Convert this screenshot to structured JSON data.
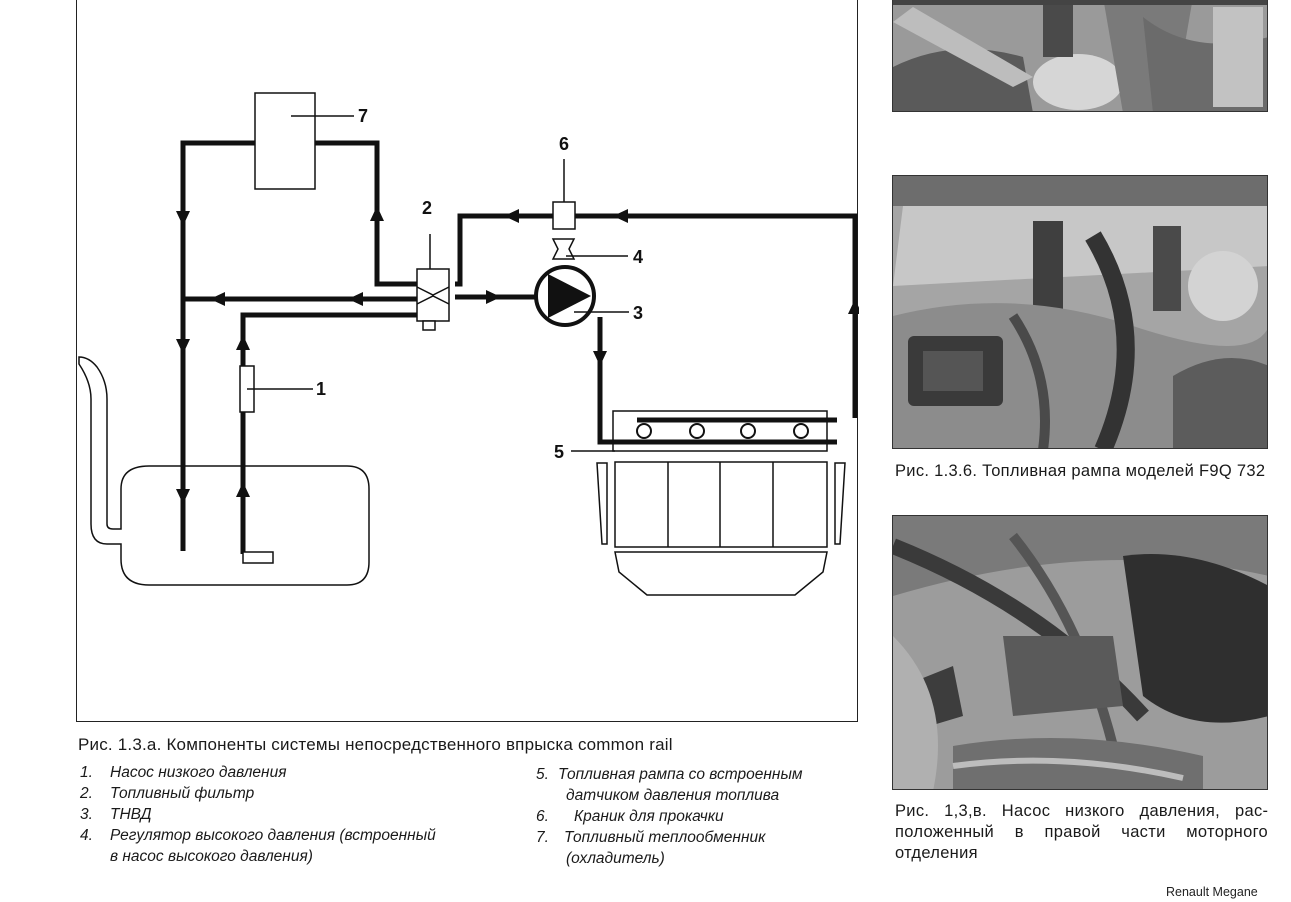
{
  "diagram": {
    "labels": [
      "1",
      "2",
      "3",
      "4",
      "5",
      "6",
      "7"
    ]
  },
  "main_caption": "Рис. 1.3.а. Компоненты системы непосредственного впрыска common rail",
  "legend_left": [
    {
      "num": "1.",
      "text": "Насос  низкого  давления",
      "cont": ""
    },
    {
      "num": "2.",
      "text": "Топливный фильтр",
      "cont": ""
    },
    {
      "num": "3.",
      "text": "ТНВД",
      "cont": ""
    },
    {
      "num": "4.",
      "text": "Регулятор высокого давления (встроенный",
      "cont": "в насос высокого давления)"
    }
  ],
  "legend_right": [
    {
      "num": "5.",
      "text": "Топливная рампа со встроенным",
      "cont": "датчиком давления топлива"
    },
    {
      "num": "6.",
      "text": "Краник для прокачки",
      "cont": ""
    },
    {
      "num": "7.",
      "text": "Топливный теплообменник",
      "cont": "(охладитель)"
    }
  ],
  "photo_captions": {
    "b": "Рис. 1.3.6. Топливная рампа моделей F9Q 732",
    "v": "Рис. 1,3,в. Насос низкого давления, рас­положенный в правой части моторного отделения"
  },
  "footer": "Renault Megane",
  "colors": {
    "line": "#111111",
    "photo_dark": "#3a3a3a",
    "photo_light": "#c9c9c9"
  }
}
